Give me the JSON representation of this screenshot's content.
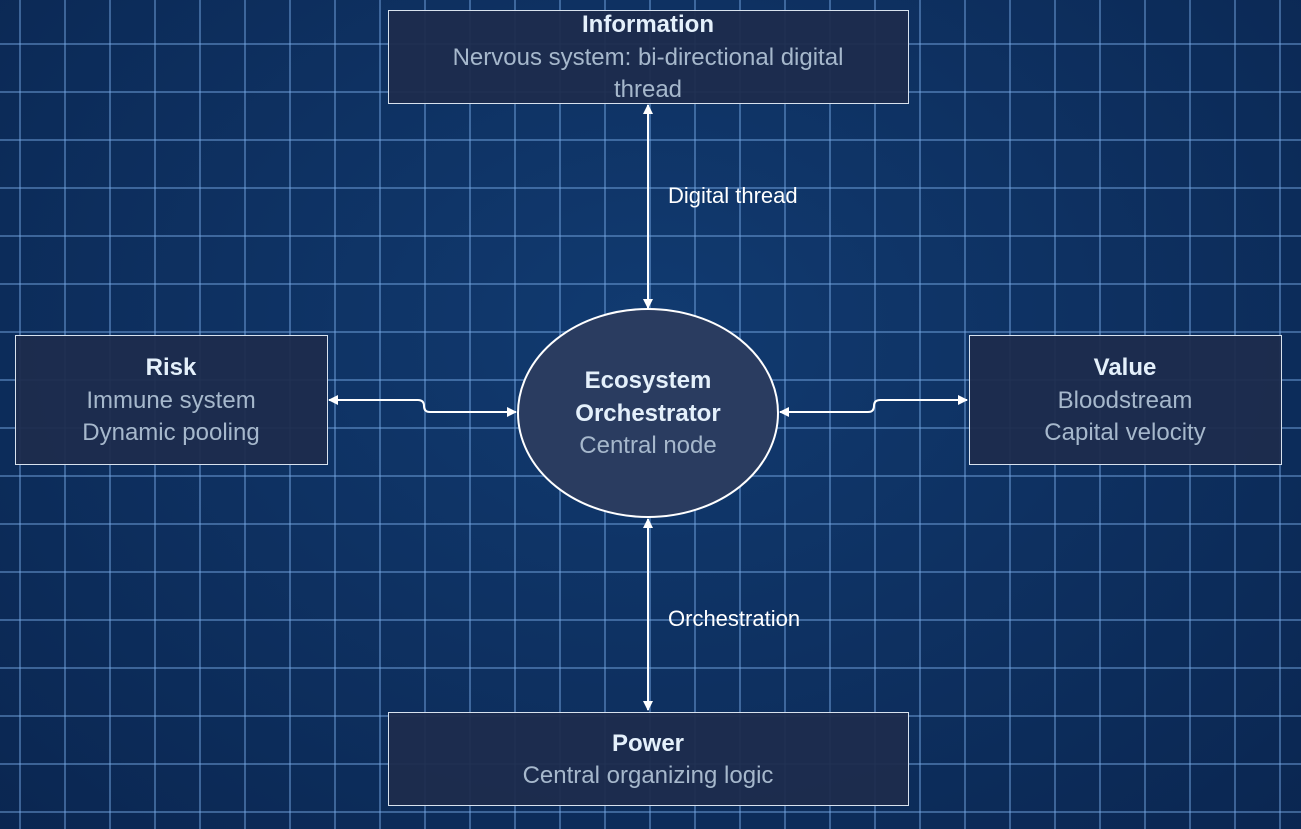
{
  "nodes": {
    "information": {
      "title": "Information",
      "lines": [
        "Nervous system: bi-directional digital",
        "thread"
      ]
    },
    "risk": {
      "title": "Risk",
      "lines": [
        "Immune system",
        "Dynamic pooling"
      ]
    },
    "value": {
      "title": "Value",
      "lines": [
        "Bloodstream",
        "Capital velocity"
      ]
    },
    "power": {
      "title": "Power",
      "lines": [
        "Central organizing logic"
      ]
    },
    "center": {
      "title_lines": [
        "Ecosystem",
        "Orchestrator"
      ],
      "subtitle": "Central node"
    }
  },
  "edges": {
    "top_label": "Digital thread",
    "bottom_label": "Orchestration"
  },
  "colors": {
    "background": "#0e2f5f",
    "box_fill": "#1d2c4d",
    "ellipse_fill": "#2a3c60",
    "stroke": "#ffffff"
  }
}
